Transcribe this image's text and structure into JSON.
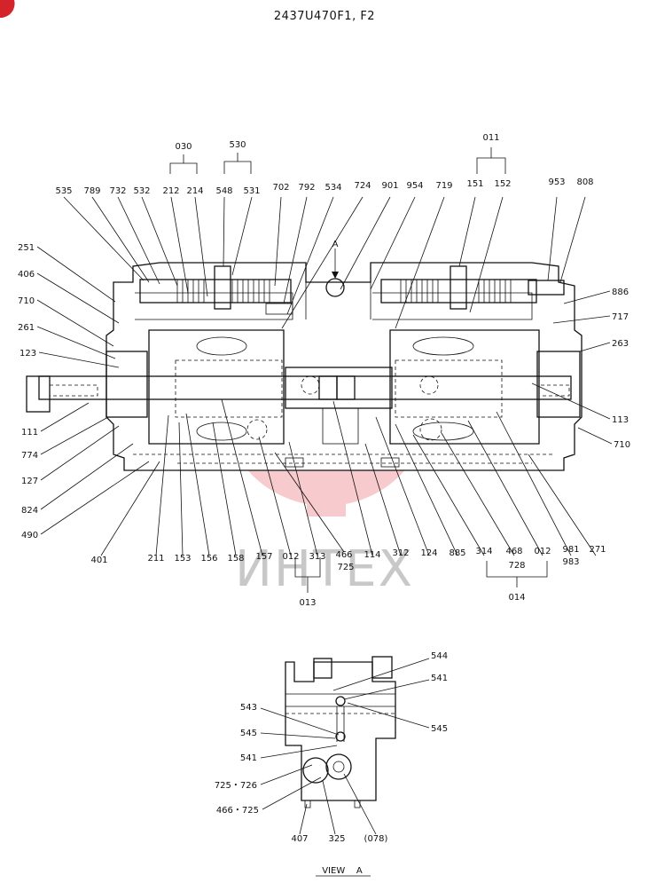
{
  "diagram": {
    "title": "2437U470F1, F2",
    "watermark": "ИНТЕХ",
    "arrow_label": "A",
    "view_label": "VIEW    A",
    "brand_color": "#d4232a",
    "watermark_color": "#f2a0a5"
  },
  "labels_top": {
    "g030": "030",
    "g530": "530",
    "g011": "011",
    "p535": "535",
    "p789": "789",
    "p732": "732",
    "p532": "532",
    "p212": "212",
    "p214": "214",
    "p548": "548",
    "p531": "531",
    "p702": "702",
    "p792": "792",
    "p534": "534",
    "p724": "724",
    "p901": "901",
    "p954": "954",
    "p719": "719",
    "p151": "151",
    "p152": "152",
    "p953": "953",
    "p808": "808"
  },
  "labels_left": {
    "p251": "251",
    "p406": "406",
    "p710": "710",
    "p261": "261",
    "p123": "123",
    "p111": "111",
    "p774": "774",
    "p127": "127",
    "p824": "824",
    "p490": "490"
  },
  "labels_right": {
    "p886": "886",
    "p717": "717",
    "p263": "263",
    "p113": "113",
    "p710b": "710"
  },
  "labels_bottom": {
    "p401": "401",
    "p211": "211",
    "p153": "153",
    "p156": "156",
    "p158": "158",
    "p157": "157",
    "p012": "012",
    "p313": "313",
    "p466": "466",
    "p725": "725",
    "p114": "114",
    "p312": "312",
    "p124": "124",
    "p885": "885",
    "p314": "314",
    "p468": "468",
    "p728": "728",
    "p012b": "012",
    "p981": "981",
    "p983": "983",
    "p271": "271",
    "g013": "013",
    "g014": "014"
  },
  "labels_view": {
    "p544": "544",
    "p541": "541",
    "p543": "543",
    "p545": "545",
    "p545b": "545",
    "p541b": "541",
    "p725_726": "725・726",
    "p466_725": "466・725",
    "p407": "407",
    "p325": "325",
    "p078": "(078)"
  }
}
